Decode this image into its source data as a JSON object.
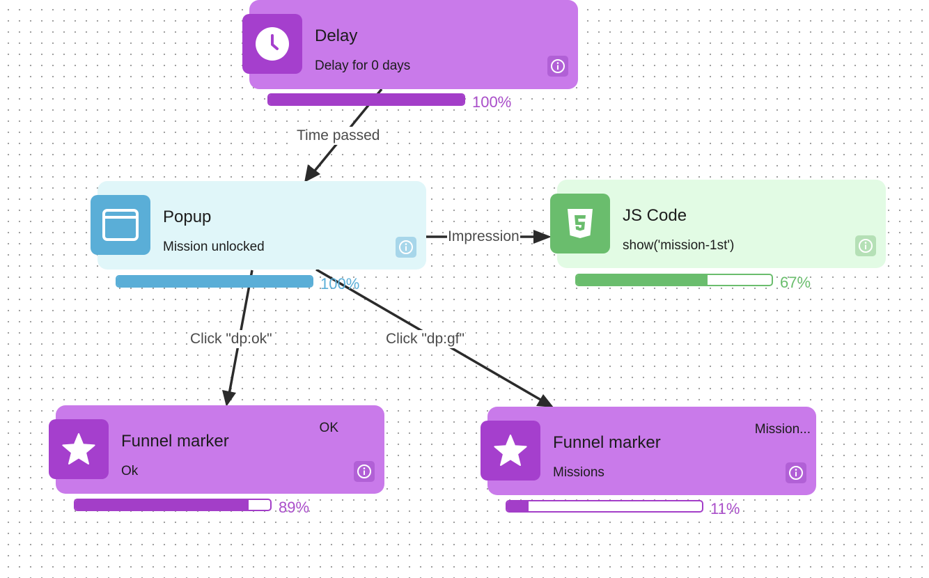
{
  "colors": {
    "purple_node": "#c97aea",
    "purple_icon": "#a53fcd",
    "purple_bar": "#a33ec8",
    "blue_node": "#e0f6f9",
    "blue_icon": "#5aaed7",
    "green_node": "#e2fbe4",
    "green_icon": "#6abd6d",
    "edge": "#2b2b2b"
  },
  "nodes": {
    "delay": {
      "icon": "clock-icon",
      "title": "Delay",
      "subtitle": "Delay for 0 days",
      "progress": {
        "value": 1.0,
        "label": "100%"
      }
    },
    "popup": {
      "icon": "browser-window-icon",
      "title": "Popup",
      "subtitle": "Mission unlocked",
      "progress": {
        "value": 1.0,
        "label": "100%"
      }
    },
    "js_code": {
      "icon": "html5-icon",
      "title": "JS Code",
      "subtitle": "show('mission-1st')",
      "progress": {
        "value": 0.67,
        "label": "67%"
      }
    },
    "funnel_ok": {
      "icon": "star-icon",
      "title": "Funnel marker",
      "subtitle": "Ok",
      "corner_label": "OK",
      "progress": {
        "value": 0.89,
        "label": "89%"
      }
    },
    "funnel_missions": {
      "icon": "star-icon",
      "title": "Funnel marker",
      "subtitle": "Missions",
      "corner_label": "Mission...",
      "progress": {
        "value": 0.11,
        "label": "11%"
      }
    }
  },
  "edges": {
    "time_passed": "Time passed",
    "impression": "Impression",
    "click_ok": "Click \"dp:ok\"",
    "click_gf": "Click \"dp:gf\""
  },
  "info_icon": "info-icon"
}
